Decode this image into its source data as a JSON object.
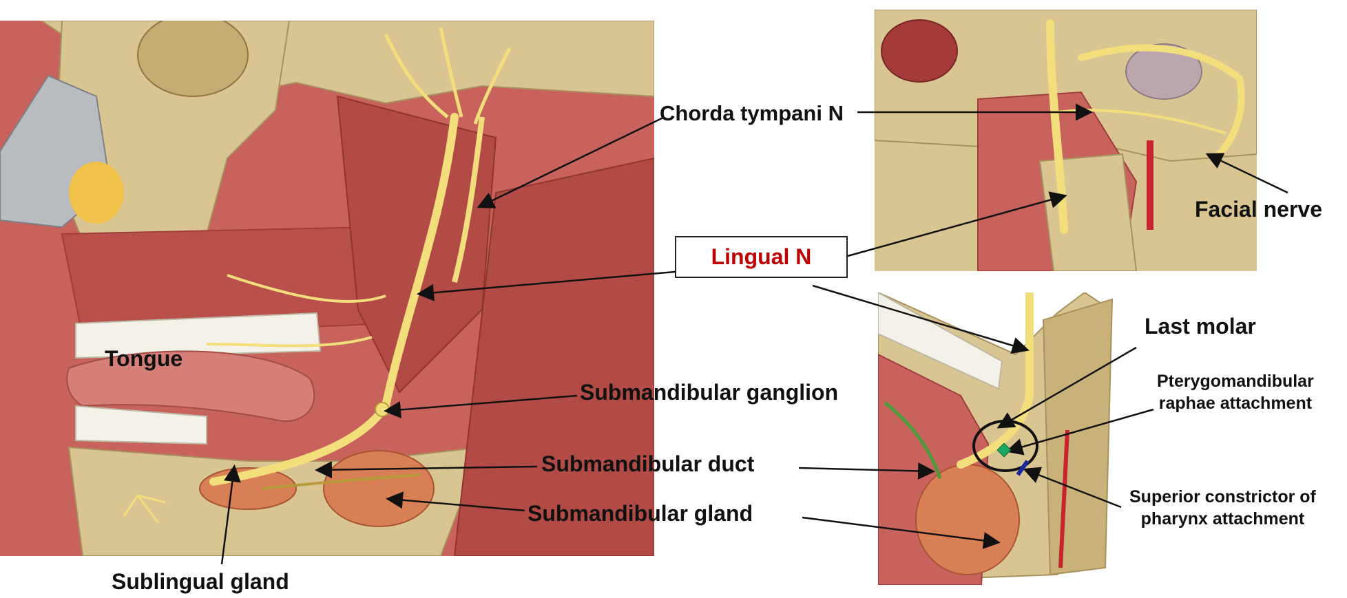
{
  "colors": {
    "muscle": "#c8625c",
    "muscle_dark": "#9e3e3a",
    "bone": "#d8c592",
    "bone_dark": "#a8915c",
    "nerve": "#f3de7c",
    "nerve_outline": "#b89a3a",
    "gland": "#d97f55",
    "tooth": "#f4f1e8",
    "lingual_label": "#c00000",
    "pointer_line": "#111111",
    "marker": "#1aa860"
  },
  "labels": {
    "chorda_tympani": "Chorda tympani N",
    "lingual_n": "Lingual N",
    "facial_nerve": "Facial nerve",
    "last_molar": "Last molar",
    "pterygomandibular_line1": "Pterygomandibular",
    "pterygomandibular_line2": "raphae attachment",
    "tongue": "Tongue",
    "submandibular_ganglion": "Submandibular ganglion",
    "submandibular_duct": "Submandibular duct",
    "submandibular_gland": "Submandibular gland",
    "superior_constrictor_line1": "Superior constrictor of",
    "superior_constrictor_line2": "pharynx attachment",
    "sublingual_gland": "Sublingual gland"
  }
}
